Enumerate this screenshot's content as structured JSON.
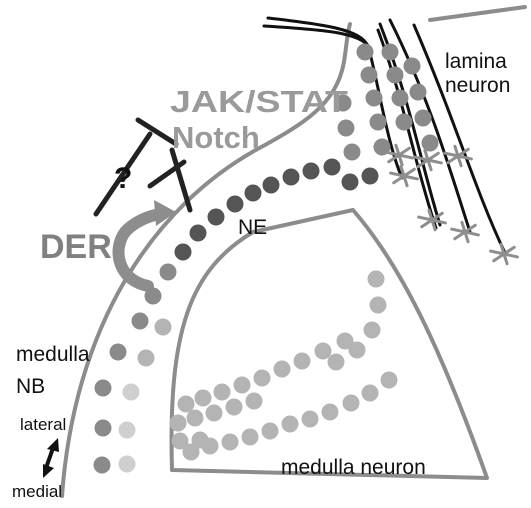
{
  "labels": {
    "lamina_line1": "lamina",
    "lamina_line2": "neuron",
    "jak_stat": "JAK/STAT",
    "notch": "Notch",
    "question": "?",
    "ne": "NE",
    "der": "DER",
    "medulla_line1": "medulla",
    "medulla_line2": "NB",
    "lateral": "lateral",
    "medial": "medial",
    "medulla_neuron": "medulla neuron"
  },
  "colors": {
    "outline": "#8c8c8c",
    "dark_cell": "#555555",
    "mid_cell": "#8a8a8a",
    "light_cell": "#b4b4b4",
    "pale_cell": "#cfcfcf",
    "signal_text": "#9a9a9a",
    "der_text": "#808080",
    "ink": "#111111",
    "star": "#8e8e8e"
  }
}
